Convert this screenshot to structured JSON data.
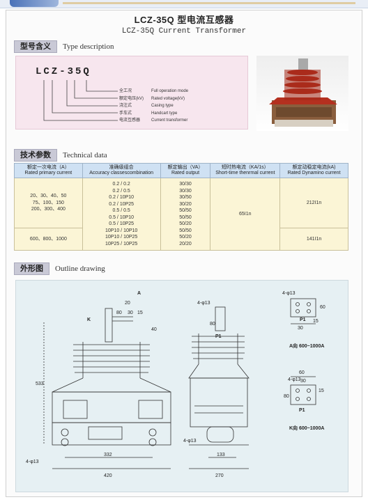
{
  "title": {
    "cn": "LCZ-35Q 型电流互感器",
    "en": "LCZ-35Q Current Transformer"
  },
  "type_section": {
    "tag": "型号含义",
    "label": "Type description",
    "model": "LCZ-35Q",
    "items": [
      {
        "cn": "全工况",
        "en": "Full operation mode"
      },
      {
        "cn": "额定电压(kV)",
        "en": "Rated voltage(kV)"
      },
      {
        "cn": "浇注式",
        "en": "Casing type"
      },
      {
        "cn": "手车式",
        "en": "Handcart type"
      },
      {
        "cn": "电流互感器",
        "en": "Current transformer"
      }
    ]
  },
  "tech_section": {
    "tag": "技术参数",
    "label": "Technical data",
    "headers": [
      {
        "cn": "额定一次电流（A）",
        "en": "Rated primary current"
      },
      {
        "cn": "准确级组合",
        "en": "Accuracy classescombination"
      },
      {
        "cn": "额定输出（VA）",
        "en": "Rated output"
      },
      {
        "cn": "短时热电流（KA/1s）",
        "en": "Short-time thenrmal current"
      },
      {
        "cn": "额定动稳定电流(kA)",
        "en": "Rated Dynamino current"
      }
    ],
    "primary_1": "20、30、40、50\n75、100、150\n200、300、400",
    "primary_2": "600、800、1000",
    "accuracy": "0.2 / 0.2\n0.2 / 0.5\n0.2 / 10P10\n0.2 / 10P25\n0.5 / 0.5\n0.5 / 10P10\n0.5 / 10P25\n10P10 / 10P10\n10P10 / 10P25\n10P25 / 10P25",
    "output": "30/30\n30/30\n30/50\n30/20\n50/50\n50/50\n50/20\n50/50\n50/20\n20/20",
    "thermal": "65I1n",
    "dynamic_1": "212I1n",
    "dynamic_2": "141I1n"
  },
  "outline_section": {
    "tag": "外形图",
    "label": "Outline drawing",
    "dims": {
      "d20": "20",
      "d80": "80",
      "d30": "30",
      "d15": "15",
      "d40": "40",
      "d533": "533",
      "d332": "332",
      "d420": "420",
      "d133": "133",
      "d270": "270",
      "d80b": "80",
      "d60": "60",
      "d15b": "15",
      "d30b": "30",
      "d60b": "60",
      "d80c": "80",
      "d30c": "30",
      "d15c": "15"
    },
    "labels": {
      "a": "A",
      "k": "K",
      "hole1": "4-φ13",
      "hole2": "4-φ13",
      "hole3": "4-φ13",
      "hole4": "4-φ13",
      "hole5": "4-φ13",
      "p1a": "P1",
      "p1b": "P1",
      "p1c": "P1",
      "viewA": "A向  600~1000A",
      "viewK": "K向  600~1000A"
    }
  },
  "colors": {
    "accent": "#b4301f",
    "table_header": "#cfe1f3",
    "table_body": "#fbf5d6",
    "type_bg": "#f7e6ee",
    "drawing_bg": "#e6f0f3"
  }
}
